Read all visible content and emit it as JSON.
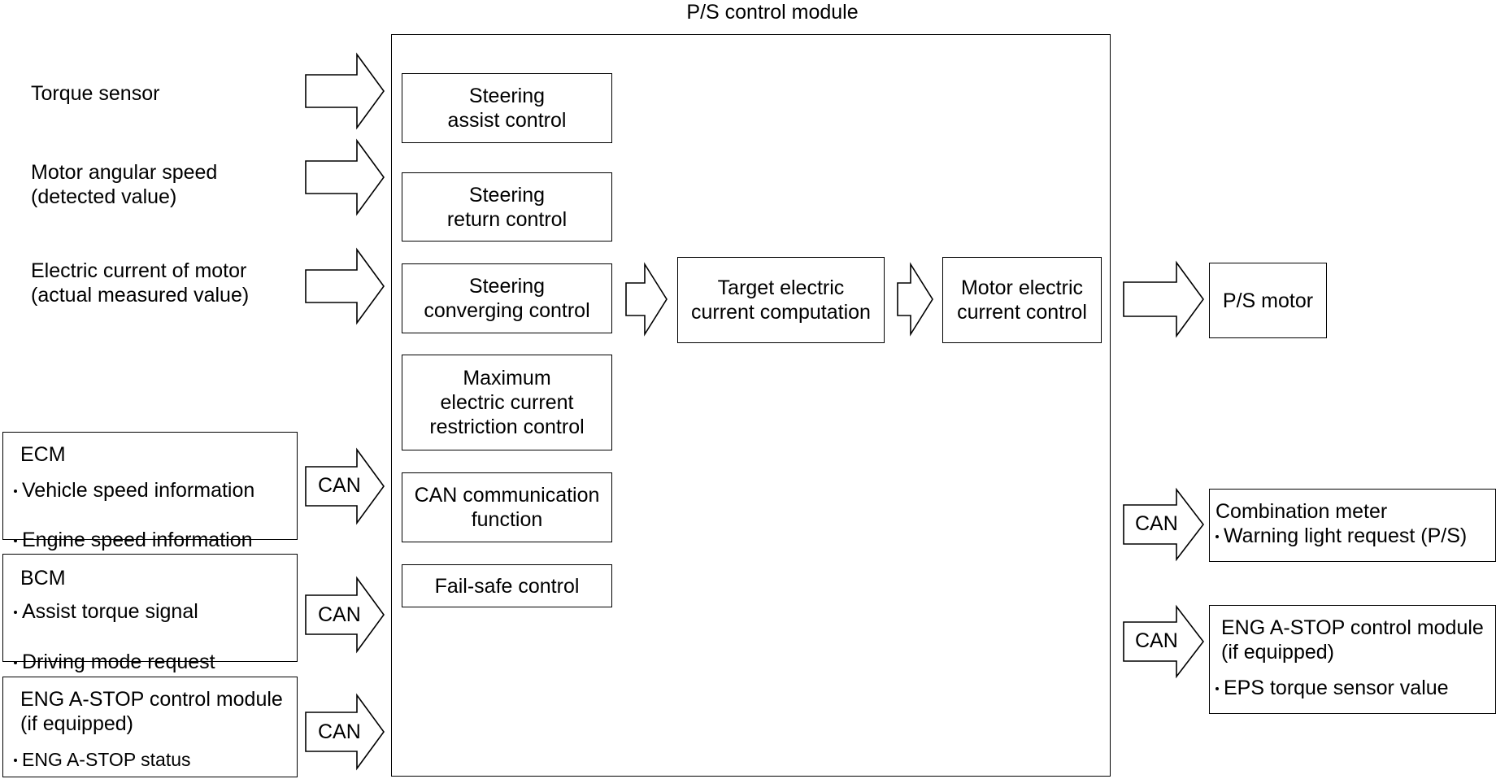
{
  "module_title": "P/S control module",
  "inputs": {
    "torque_sensor": "Torque sensor",
    "motor_angular_speed": "Motor angular speed\n(detected value)",
    "motor_current": "Electric current of motor\n(actual measured value)"
  },
  "can_inputs": {
    "ecm": {
      "title": "ECM",
      "items": [
        "Vehicle speed information",
        "Engine speed information"
      ]
    },
    "bcm": {
      "title": "BCM",
      "items": [
        "Assist torque signal",
        "Driving mode request"
      ]
    },
    "eng": {
      "title": "ENG A-STOP control module\n(if equipped)",
      "items": [
        "ENG A-STOP status"
      ]
    }
  },
  "can_label": "CAN",
  "controls": {
    "steering_assist": "Steering\nassist control",
    "steering_return": "Steering\nreturn control",
    "steering_converging": "Steering\nconverging control",
    "max_current": "Maximum\nelectric current\nrestriction control",
    "can_comm": "CAN communication\nfunction",
    "fail_safe": "Fail-safe control"
  },
  "target_current": "Target electric\ncurrent computation",
  "motor_current_control": "Motor electric\ncurrent control",
  "outputs": {
    "ps_motor": "P/S motor",
    "combination_meter": {
      "title": "Combination meter",
      "items": [
        "Warning light request (P/S)"
      ]
    },
    "eng_out": {
      "title": "ENG A-STOP control module\n(if equipped)",
      "items": [
        "EPS torque sensor value"
      ]
    }
  }
}
